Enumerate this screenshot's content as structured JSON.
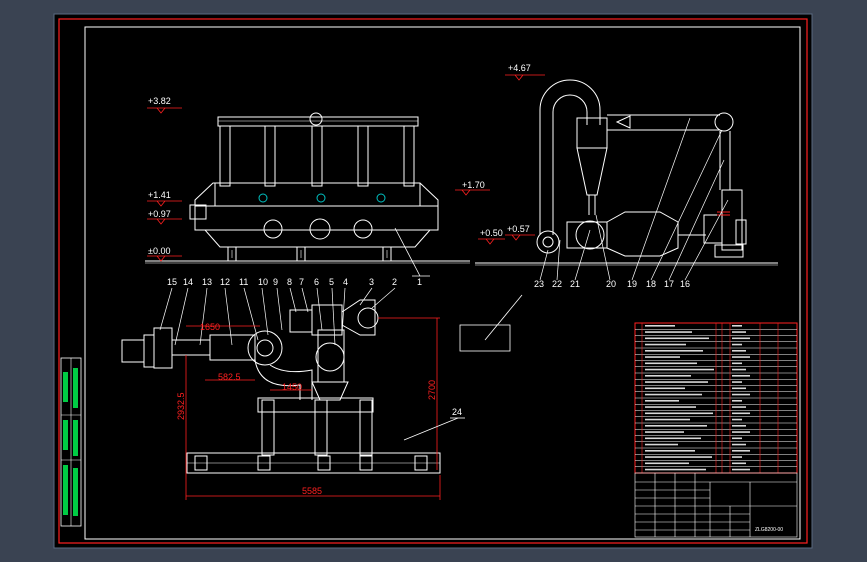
{
  "drawing": {
    "colors": {
      "background": "#3a4352",
      "sheet": "#000000",
      "line": "#ffffff",
      "accent": "#ff2020",
      "strip": "#00cc44",
      "cyan": "#00c0c0"
    },
    "elevations": {
      "dryer_top": "+3.82",
      "dryer_mid": "+1.41",
      "dryer_low": "+0.97",
      "ground": "±0.00",
      "outlet": "+1.70",
      "cyclone_top": "+4.67",
      "inlet_a": "+0.50",
      "inlet_b": "+0.57"
    },
    "front_callouts": [
      "1"
    ],
    "right_callouts": [
      "23",
      "22",
      "21",
      "20",
      "19",
      "18",
      "17",
      "16"
    ],
    "plan_callouts": [
      "15",
      "14",
      "13",
      "12",
      "11",
      "10",
      "9",
      "8",
      "7",
      "6",
      "5",
      "4",
      "3",
      "2"
    ],
    "plan_dimensions": {
      "d1650": "1650",
      "d582": "582.5",
      "d1450": "1450",
      "d2932": "2932.5",
      "d2700": "2700",
      "d5585": "5585"
    },
    "callout_24": "24",
    "title_block": {
      "drawing_number": "ZLG8200-00"
    }
  }
}
